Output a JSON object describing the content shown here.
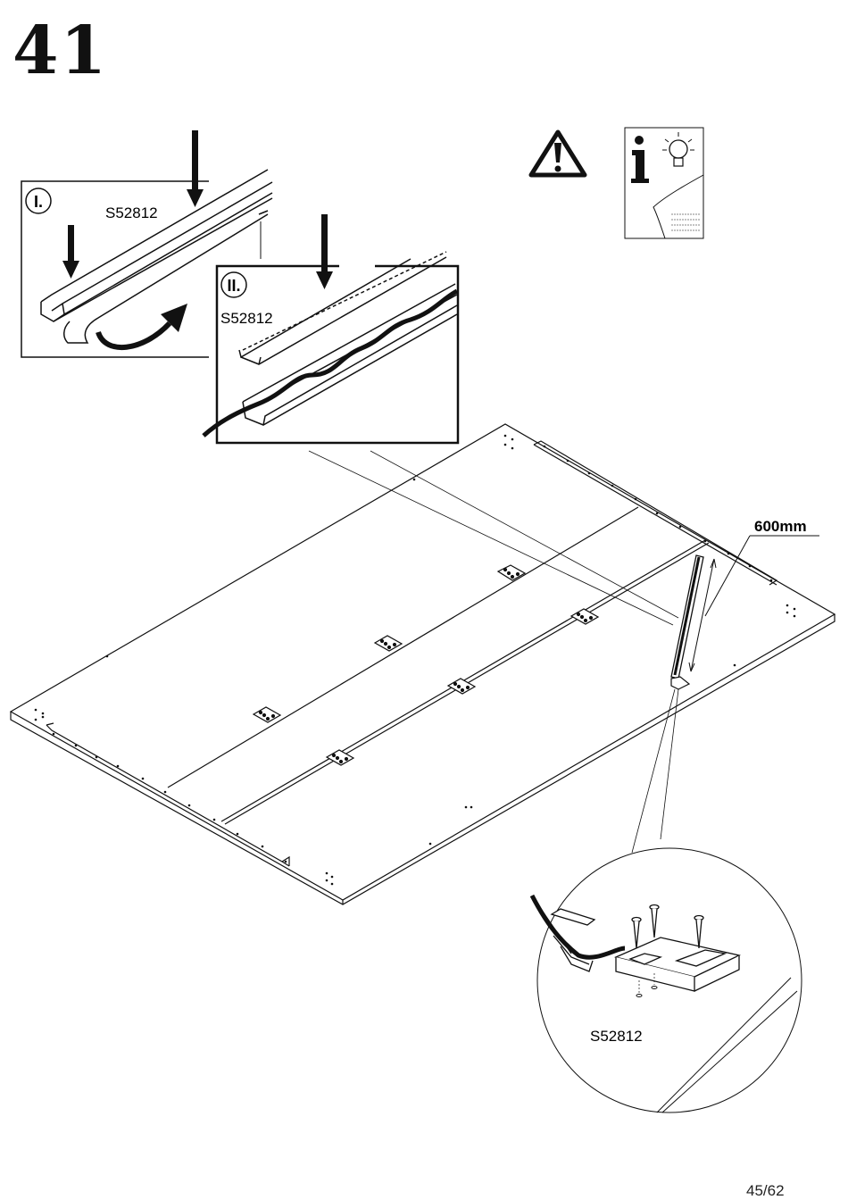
{
  "step_number": "41",
  "page_number": "45/62",
  "detail_1": {
    "step_label": "I.",
    "part_code": "S52812"
  },
  "detail_2": {
    "step_label": "II.",
    "part_code": "S52812"
  },
  "dimension": {
    "label": "600mm"
  },
  "zoom_detail": {
    "part_code": "S52812"
  },
  "icons": {
    "warning": "warning-triangle-icon",
    "info": "info-lightbulb-icon"
  },
  "colors": {
    "ink": "#111111",
    "paper": "#ffffff"
  }
}
